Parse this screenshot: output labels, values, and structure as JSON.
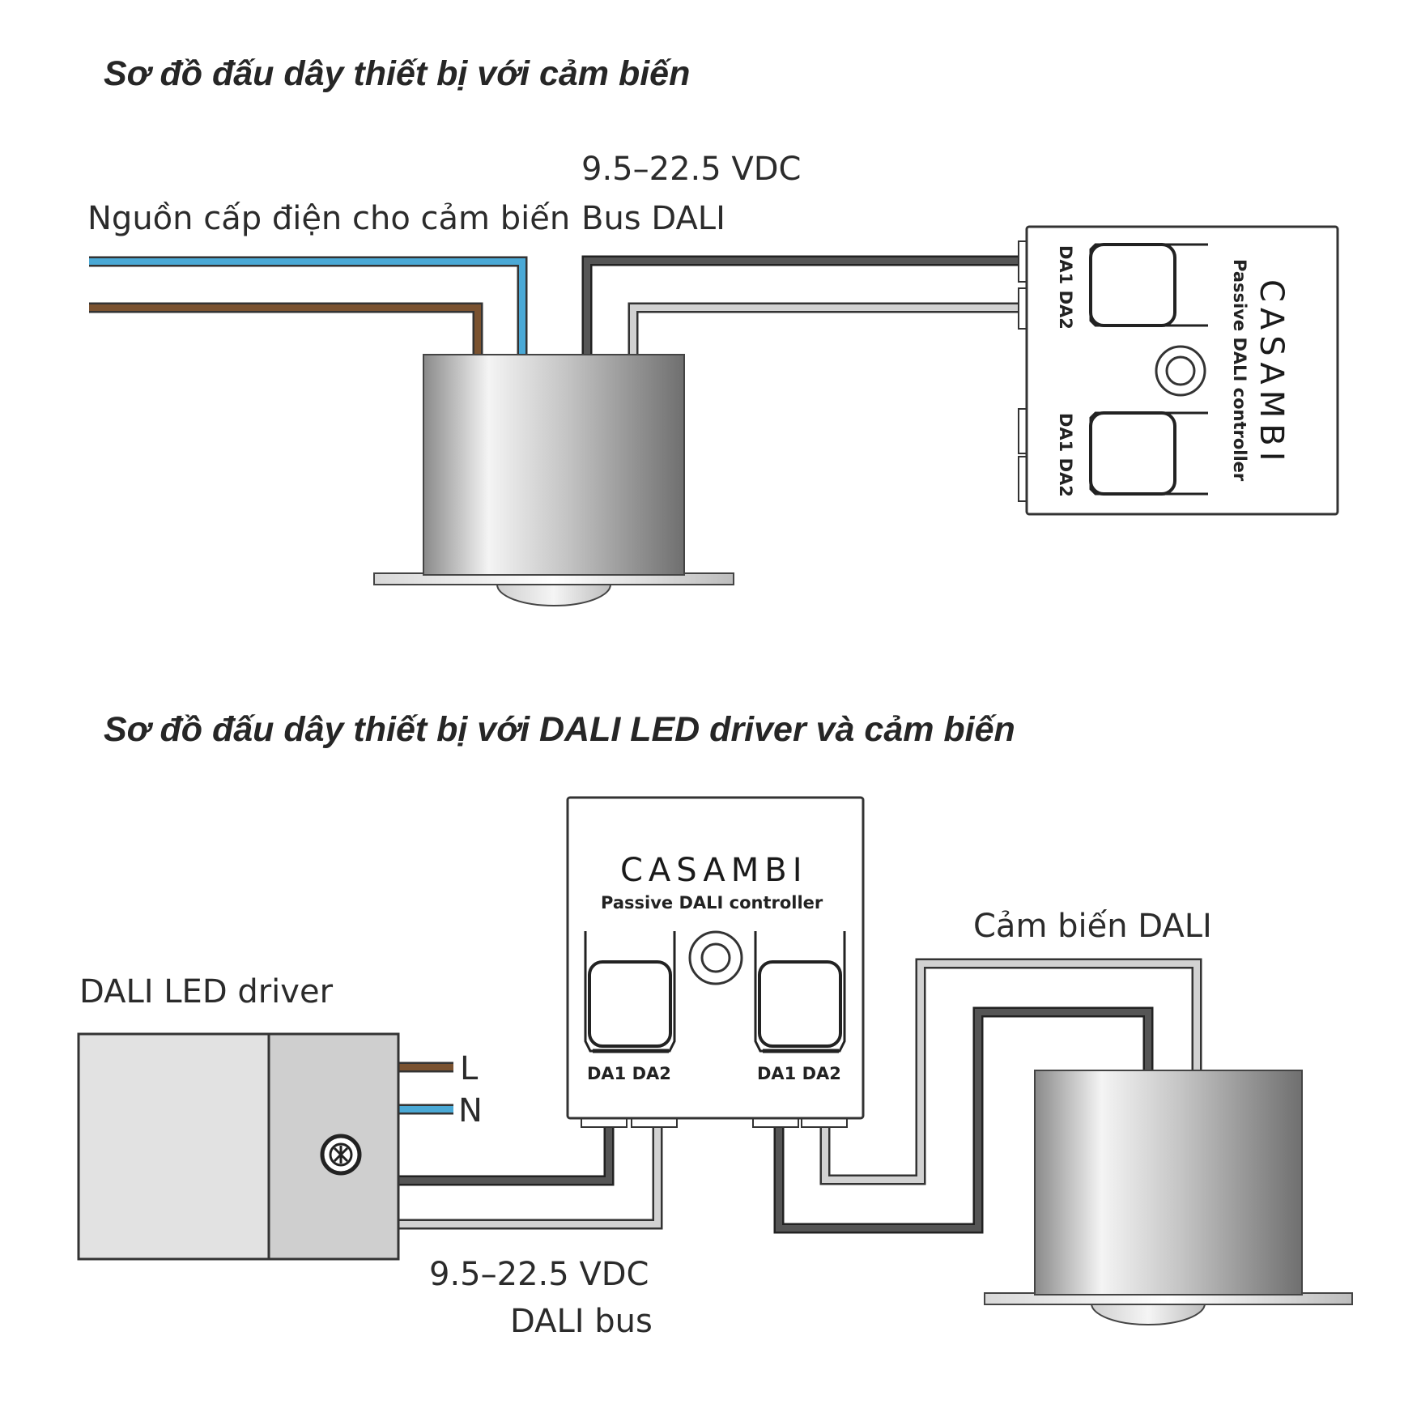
{
  "diagram1": {
    "title": "Sơ đồ đấu dây thiết bị với cảm biến",
    "power_label": "Nguồn cấp điện cho cảm biến",
    "voltage_label": "9.5–22.5 VDC",
    "bus_label": "Bus DALI",
    "controller": {
      "brand": "CASAMBI",
      "subtitle": "Passive DALI controller",
      "port_label_1": "DA1 DA2",
      "port_label_2": "DA1 DA2"
    }
  },
  "diagram2": {
    "title": "Sơ đồ đấu dây thiết bị với DALI LED driver và cảm biến",
    "driver_label": "DALI LED driver",
    "l_label": "L",
    "n_label": "N",
    "sensor_label": "Cảm biến DALI",
    "voltage_label": "9.5–22.5 VDC",
    "bus_label": "DALI bus",
    "controller": {
      "brand": "CASAMBI",
      "subtitle": "Passive DALI controller",
      "port_label_1": "DA1 DA2",
      "port_label_2": "DA1 DA2"
    }
  },
  "colors": {
    "wire_blue": "#4aa9d6",
    "wire_brown": "#7a5230",
    "wire_dark": "#3c3c3c",
    "wire_light": "#cccccc"
  }
}
